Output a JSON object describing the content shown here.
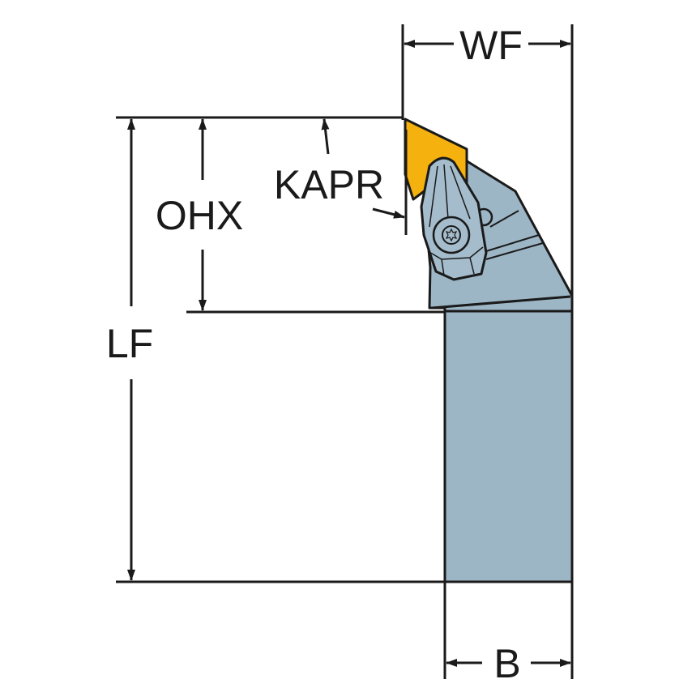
{
  "diagram": {
    "type": "turning tool holder dimension drawing",
    "colors": {
      "background": "#ffffff",
      "line": "#1a1a1a",
      "insert": "#f5b20e",
      "holder": "#9db6c6",
      "holder_dark": "#8fa9ba",
      "clamp": "#a4bccb"
    },
    "dimensions": {
      "wf": {
        "label": "WF"
      },
      "ohx": {
        "label": "OHX"
      },
      "kapr": {
        "label": "KAPR"
      },
      "lf": {
        "label": "LF"
      },
      "b": {
        "label": "B"
      }
    },
    "components": [
      {
        "name": "cutting insert",
        "color": "insert"
      },
      {
        "name": "clamp with torx screw",
        "color": "clamp"
      },
      {
        "name": "tool head",
        "color": "holder"
      },
      {
        "name": "shank",
        "color": "holder"
      }
    ]
  }
}
